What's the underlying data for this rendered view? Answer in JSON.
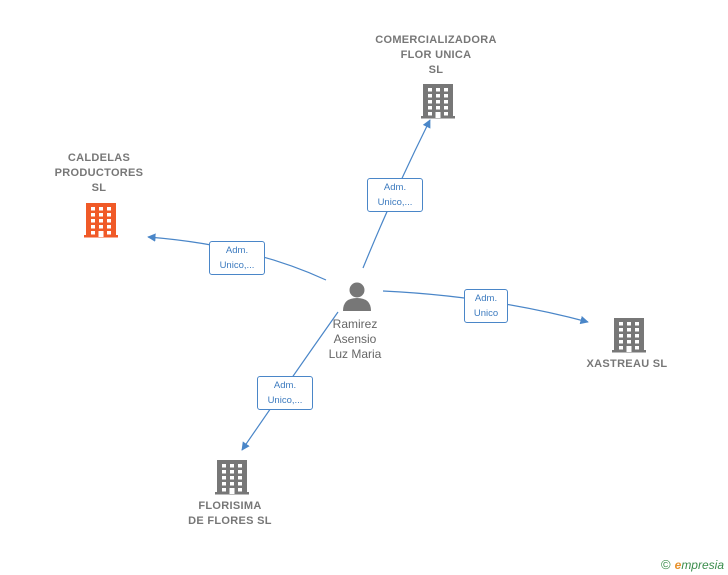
{
  "center": {
    "label_lines": [
      "Ramirez",
      "Asensio",
      "Luz Maria"
    ],
    "icon": "person-icon"
  },
  "companies": [
    {
      "id": "comercializadora",
      "label_lines": [
        "COMERCIALIZADORA",
        "FLOR UNICA",
        "SL"
      ],
      "icon": "building-icon",
      "color": "#777777"
    },
    {
      "id": "caldelas",
      "label_lines": [
        "CALDELAS",
        "PRODUCTORES",
        "SL"
      ],
      "icon": "building-icon",
      "color": "#f05a28"
    },
    {
      "id": "xastreau",
      "label_lines": [
        "XASTREAU SL"
      ],
      "icon": "building-icon",
      "color": "#777777"
    },
    {
      "id": "florisima",
      "label_lines": [
        "FLORISIMA",
        "DE FLORES  SL"
      ],
      "icon": "building-icon",
      "color": "#777777"
    }
  ],
  "edges": [
    {
      "to": "comercializadora",
      "label_lines": [
        "Adm.",
        "Unico,..."
      ]
    },
    {
      "to": "caldelas",
      "label_lines": [
        "Adm.",
        "Unico,..."
      ]
    },
    {
      "to": "xastreau",
      "label_lines": [
        "Adm.",
        "Unico"
      ]
    },
    {
      "to": "florisima",
      "label_lines": [
        "Adm.",
        "Unico,..."
      ]
    }
  ],
  "colors": {
    "edge": "#4a86c8",
    "company_default": "#777777",
    "company_highlight": "#f05a28",
    "person": "#777777"
  },
  "footer": {
    "copyright_symbol": "©",
    "brand_initial": "e",
    "brand_rest": "mpresia"
  }
}
